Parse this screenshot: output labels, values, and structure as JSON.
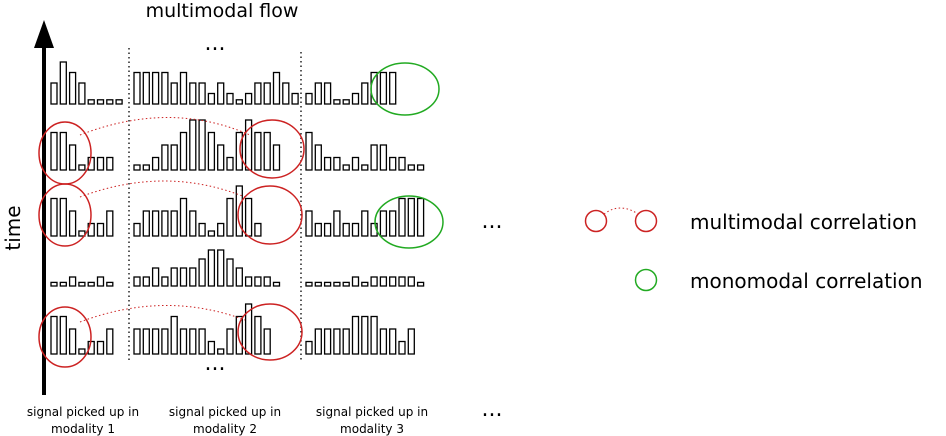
{
  "title": "multimodal flow",
  "axis": {
    "label": "time"
  },
  "ellipsis": "...",
  "modalities": [
    {
      "line1": "signal picked up in",
      "line2": "modality 1"
    },
    {
      "line1": "signal picked up in",
      "line2": "modality 2"
    },
    {
      "line1": "signal picked up in",
      "line2": "modality 3"
    }
  ],
  "legend": {
    "multimodal": "multimodal correlation",
    "monomodal": "monomodal correlation"
  },
  "colors": {
    "multimodal": "#cc2222",
    "monomodal": "#22aa22",
    "bars": "#000000"
  },
  "signal_rows": [
    [
      [
        0.5,
        1,
        0.75,
        0.5,
        0.1,
        0.1,
        0.1,
        0.1
      ],
      [
        0.75,
        0.75,
        0.75,
        0.75,
        0.5,
        0.75,
        0.5,
        0.5,
        0.25,
        0.5,
        0.25,
        0.1,
        0.25,
        0.5,
        0.5,
        0.75,
        0.5,
        0.25
      ],
      [
        0.25,
        0.5,
        0.5,
        0.1,
        0.1,
        0.25,
        0.5,
        0.75,
        0.75,
        0.75
      ]
    ],
    [
      [
        0.75,
        0.75,
        0.5,
        0.1,
        0.25,
        0.25,
        0.25
      ],
      [
        0.1,
        0.1,
        0.25,
        0.5,
        0.5,
        0.75,
        1,
        1,
        0.75,
        0.5,
        0.25,
        0.75,
        1,
        0.75,
        0.75,
        0.5
      ],
      [
        0.75,
        0.5,
        0.25,
        0.25,
        0.1,
        0.25,
        0.1,
        0.5,
        0.5,
        0.25,
        0.25,
        0.1,
        0.1
      ]
    ],
    [
      [
        0.75,
        0.75,
        0.5,
        0.1,
        0.25,
        0.25,
        0.5
      ],
      [
        0.25,
        0.5,
        0.5,
        0.5,
        0.5,
        0.75,
        0.5,
        0.25,
        0.1,
        0.25,
        0.75,
        1,
        0.75,
        0.25
      ],
      [
        0.5,
        0.25,
        0.25,
        0.5,
        0.25,
        0.25,
        0.5,
        0.25,
        0.5,
        0.5,
        0.75,
        0.75,
        0.75
      ]
    ],
    [
      [
        0.1,
        0.1,
        0.25,
        0.1,
        0.1,
        0.25,
        0.1
      ],
      [
        0.25,
        0.25,
        0.5,
        0.25,
        0.5,
        0.5,
        0.5,
        0.75,
        1,
        1,
        0.75,
        0.5,
        0.25,
        0.25,
        0.25,
        0.1
      ],
      [
        0.1,
        0.1,
        0.1,
        0.1,
        0.1,
        0.25,
        0.1,
        0.25,
        0.25,
        0.25,
        0.25,
        0.25,
        0.1
      ]
    ],
    [
      [
        0.75,
        0.75,
        0.5,
        0.1,
        0.25,
        0.25,
        0.5
      ],
      [
        0.5,
        0.5,
        0.5,
        0.5,
        0.75,
        0.5,
        0.5,
        0.5,
        0.25,
        0.1,
        0.5,
        0.75,
        1,
        0.75,
        0.5
      ],
      [
        0.25,
        0.5,
        0.5,
        0.5,
        0.5,
        0.75,
        0.75,
        0.75,
        0.5,
        0.5,
        0.25,
        0.5
      ]
    ]
  ]
}
